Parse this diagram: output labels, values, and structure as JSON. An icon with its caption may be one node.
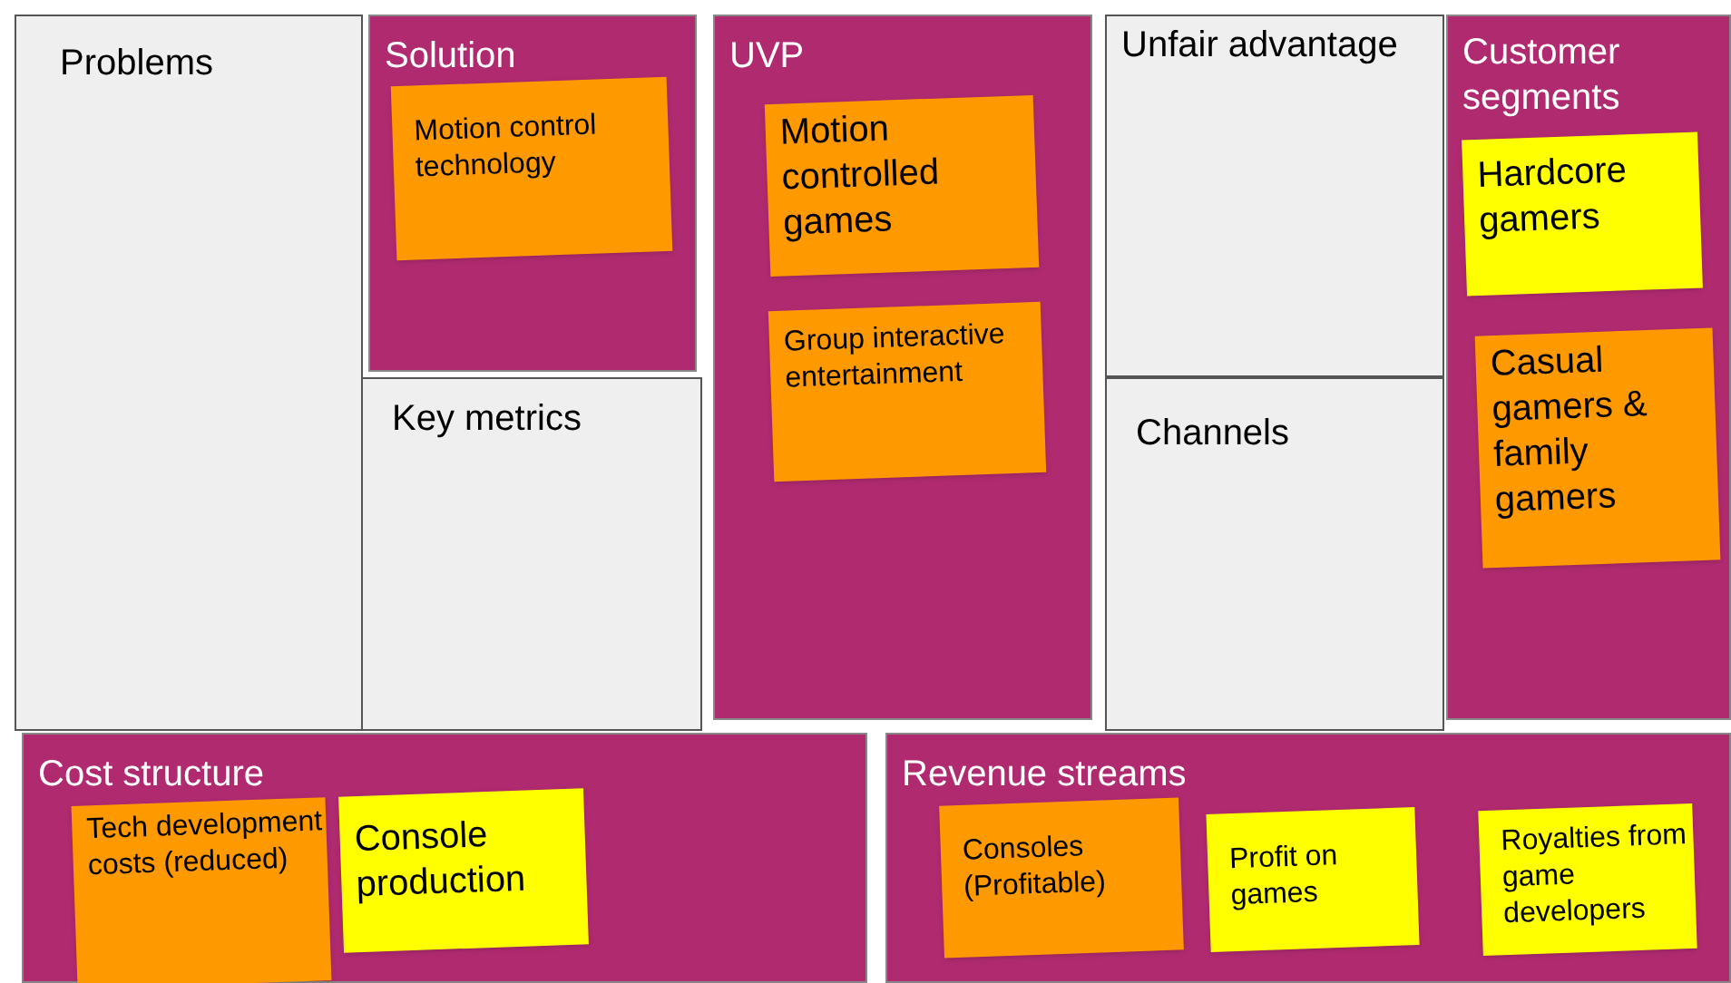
{
  "diagram": {
    "nodes": [
      {
        "text": [
          "Problems"
        ]
      },
      {
        "text": [
          "Solution"
        ]
      },
      {
        "text": [
          "Motion control technology"
        ],
        "in": 1
      },
      {
        "text": [
          "Key metrics"
        ]
      },
      {
        "text": [
          "UVP"
        ]
      },
      {
        "text": [
          "Motion controlled games"
        ],
        "in": 4
      },
      {
        "text": [
          "Group interactive entertainment"
        ],
        "in": 4
      },
      {
        "text": [
          "Unfair advantage"
        ]
      },
      {
        "text": [
          "Channels"
        ]
      },
      {
        "text": [
          "Customer segments"
        ]
      },
      {
        "text": [
          "Hardcore gamers"
        ],
        "in": 9
      },
      {
        "text": [
          "Casual gamers & family gamers"
        ],
        "in": 9
      },
      {
        "text": [
          "Cost structure"
        ]
      },
      {
        "text": [
          "Tech development costs (reduced)"
        ],
        "in": 12
      },
      {
        "text": [
          "Console production"
        ],
        "in": 12
      },
      {
        "text": [
          "Revenue streams"
        ]
      },
      {
        "text": [
          "Consoles (Profitable)"
        ],
        "in": 15
      },
      {
        "text": [
          "Profit on games"
        ],
        "in": 15
      },
      {
        "text": [
          "Royalties from game developers"
        ],
        "in": 15
      }
    ]
  }
}
